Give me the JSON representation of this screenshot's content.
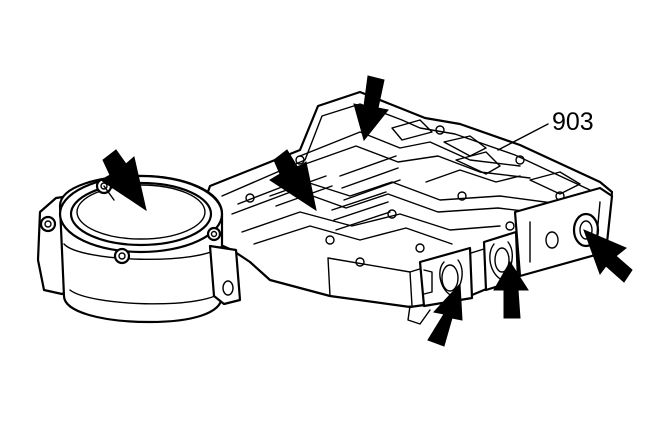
{
  "callout": {
    "label": "903"
  },
  "arrows": [
    {
      "name": "accumulator-arrow"
    },
    {
      "name": "upper-center-arrow"
    },
    {
      "name": "center-arrow"
    },
    {
      "name": "right-end-arrow"
    },
    {
      "name": "lower-right-arrow"
    },
    {
      "name": "lower-center-arrow"
    }
  ],
  "colors": {
    "ink": "#000000",
    "background": "#ffffff"
  }
}
